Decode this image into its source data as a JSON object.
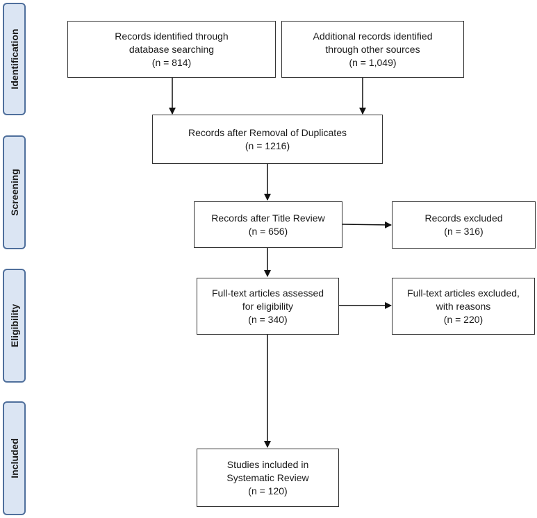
{
  "phases": {
    "identification": "Identification",
    "screening": "Screening",
    "eligibility": "Eligibility",
    "included": "Included"
  },
  "boxes": {
    "database_search": {
      "line1": "Records identified through",
      "line2": "database searching",
      "count": "(n = 814)"
    },
    "other_sources": {
      "line1": "Additional records identified",
      "line2": "through other sources",
      "count": "(n = 1,049)"
    },
    "after_duplicates": {
      "line1": "Records after Removal of Duplicates",
      "count": "(n = 1216)"
    },
    "after_title_review": {
      "line1": "Records after Title Review",
      "count": "(n = 656)"
    },
    "records_excluded": {
      "line1": "Records excluded",
      "count": "(n = 316)"
    },
    "fulltext_assessed": {
      "line1": "Full-text articles assessed",
      "line2": "for eligibility",
      "count": "(n = 340)"
    },
    "fulltext_excluded": {
      "line1": "Full-text articles excluded,",
      "line2": "with reasons",
      "count": "(n = 220)"
    },
    "studies_included": {
      "line1": "Studies included in",
      "line2": "Systematic Review",
      "count": "(n =  120)"
    }
  },
  "colors": {
    "phase_fill": "#dbe5f3",
    "phase_border": "#4f6f9c",
    "box_border": "#333333",
    "arrow": "#111111"
  }
}
